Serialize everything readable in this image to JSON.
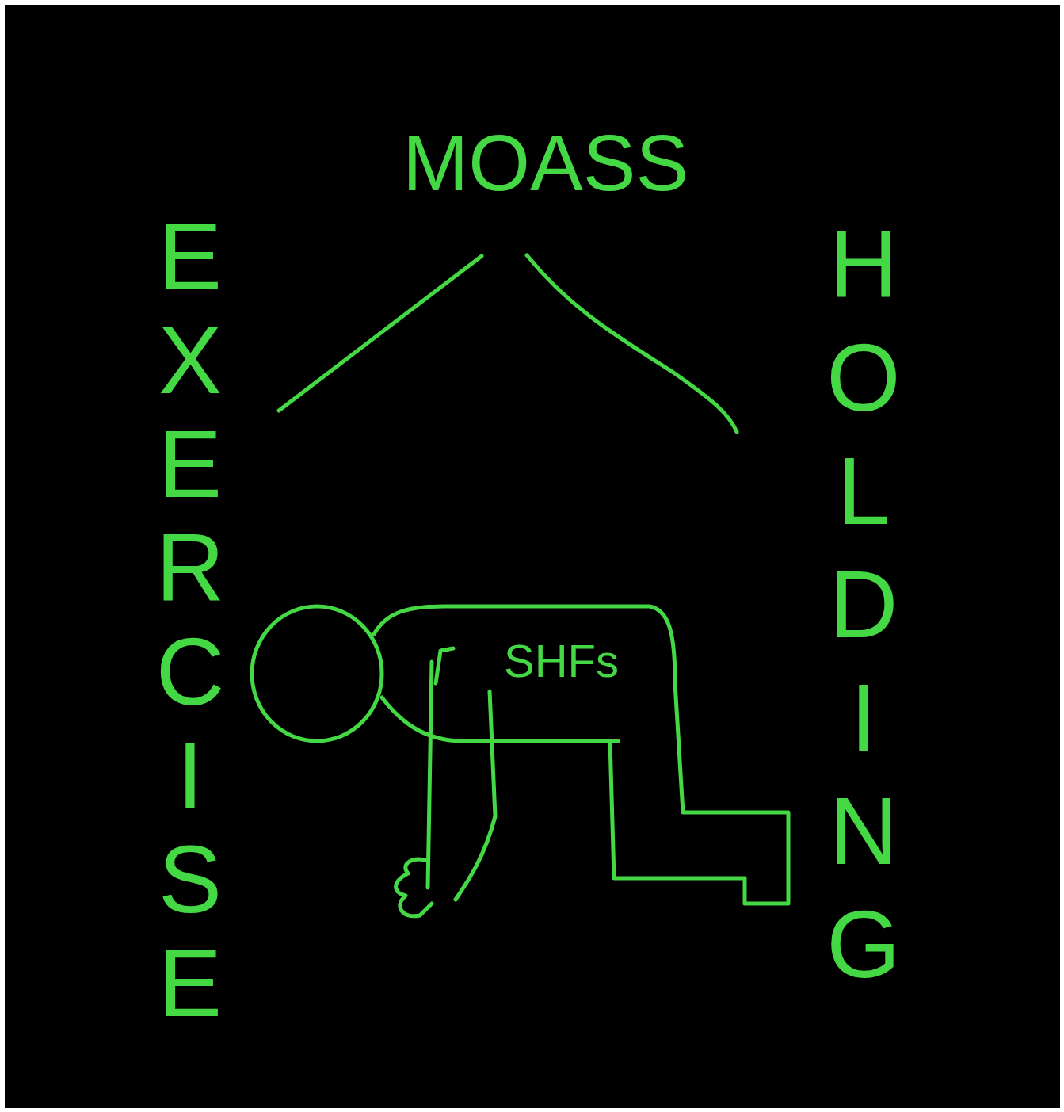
{
  "diagram": {
    "labels": [
      "MOASS",
      "EXERCISE",
      "HOLDING",
      "SHFs"
    ]
  }
}
